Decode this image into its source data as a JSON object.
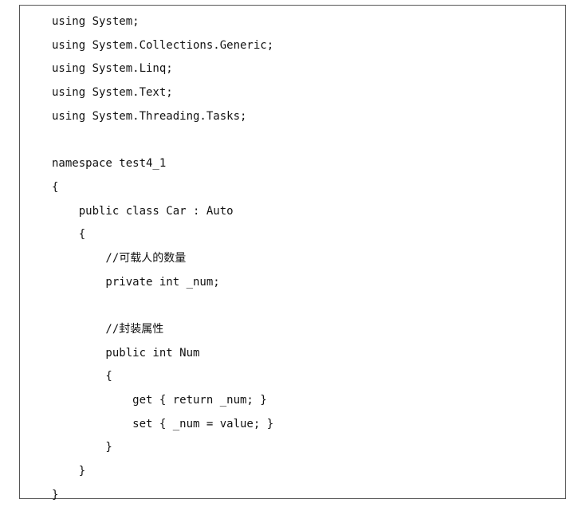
{
  "code": {
    "lines": [
      "using System;",
      "using System.Collections.Generic;",
      "using System.Linq;",
      "using System.Text;",
      "using System.Threading.Tasks;",
      "",
      "namespace test4_1",
      "{",
      "    public class Car : Auto",
      "    {",
      "        //可载人的数量",
      "        private int _num;",
      "",
      "        //封装属性",
      "        public int Num",
      "        {",
      "            get { return _num; }",
      "            set { _num = value; }",
      "        }",
      "    }",
      "}"
    ]
  }
}
